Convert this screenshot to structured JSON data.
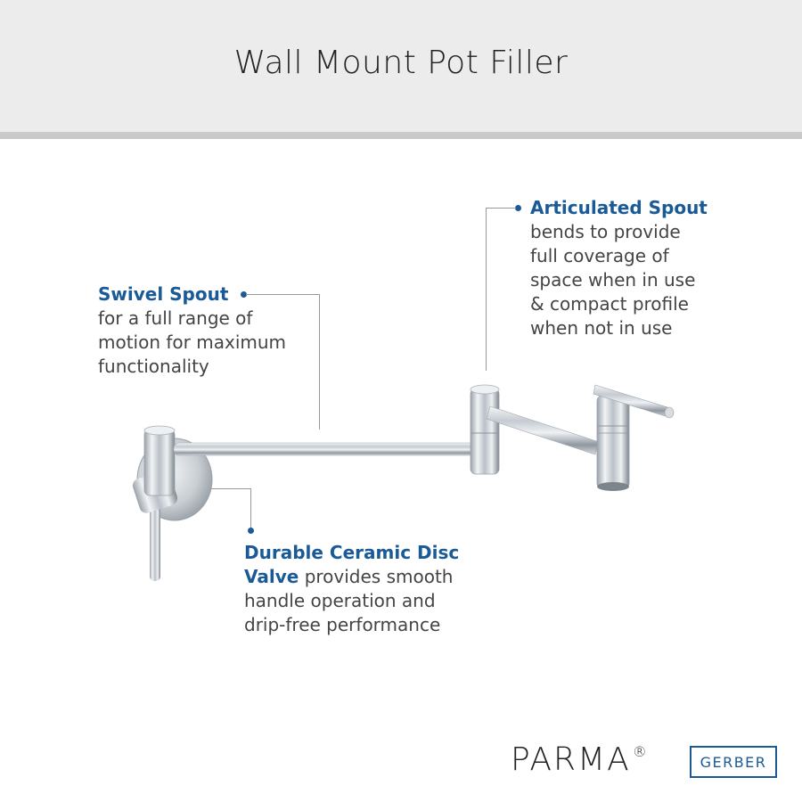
{
  "header": {
    "title": "Wall Mount Pot Filler"
  },
  "callouts": {
    "swivel": {
      "heading": "Swivel Spout",
      "lines": [
        "for a full range of",
        "motion for maximum",
        "functionality"
      ]
    },
    "articulated": {
      "heading": "Articulated Spout",
      "lines": [
        "bends to provide",
        "full coverage of",
        "space when in use",
        "& compact profile",
        "when not in use"
      ]
    },
    "valve": {
      "heading_line1": "Durable Ceramic Disc",
      "heading_line2": "Valve",
      "line2_rest": " provides smooth",
      "lines": [
        "handle operation and",
        "drip-free performance"
      ]
    }
  },
  "brand": {
    "name": "PARMA",
    "mark": "®",
    "partner": "GERBER"
  },
  "colors": {
    "accent": "#1a5a96",
    "header_bg": "#ececec",
    "header_rule": "#c9c9c9"
  },
  "icons": {
    "product": "pot-filler-faucet-image"
  }
}
